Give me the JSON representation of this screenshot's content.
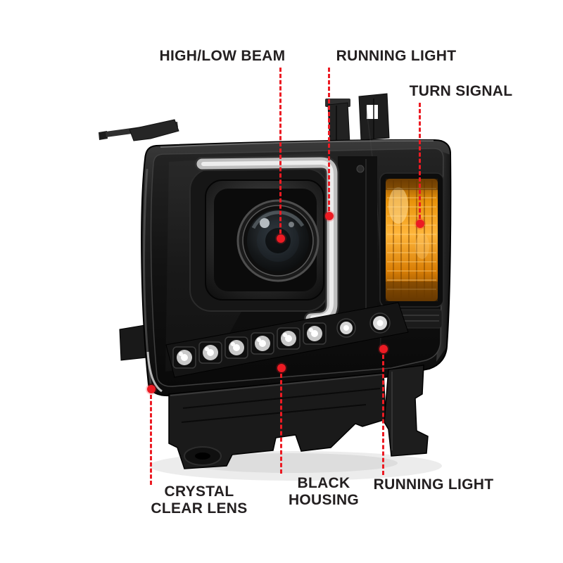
{
  "annotations": {
    "high_low_beam": "HIGH/LOW BEAM",
    "running_light_top": "RUNNING LIGHT",
    "turn_signal": "TURN SIGNAL",
    "crystal_clear_lens": [
      "CRYSTAL",
      "CLEAR LENS"
    ],
    "black_housing": [
      "BLACK",
      "HOUSING"
    ],
    "running_light_bottom": "RUNNING LIGHT"
  },
  "colors": {
    "leader_line_red": "#ec1b23",
    "label_text": "#231f20",
    "turn_signal_amber": "#f0a21e",
    "housing_black": "#111111",
    "background": "#ffffff"
  }
}
